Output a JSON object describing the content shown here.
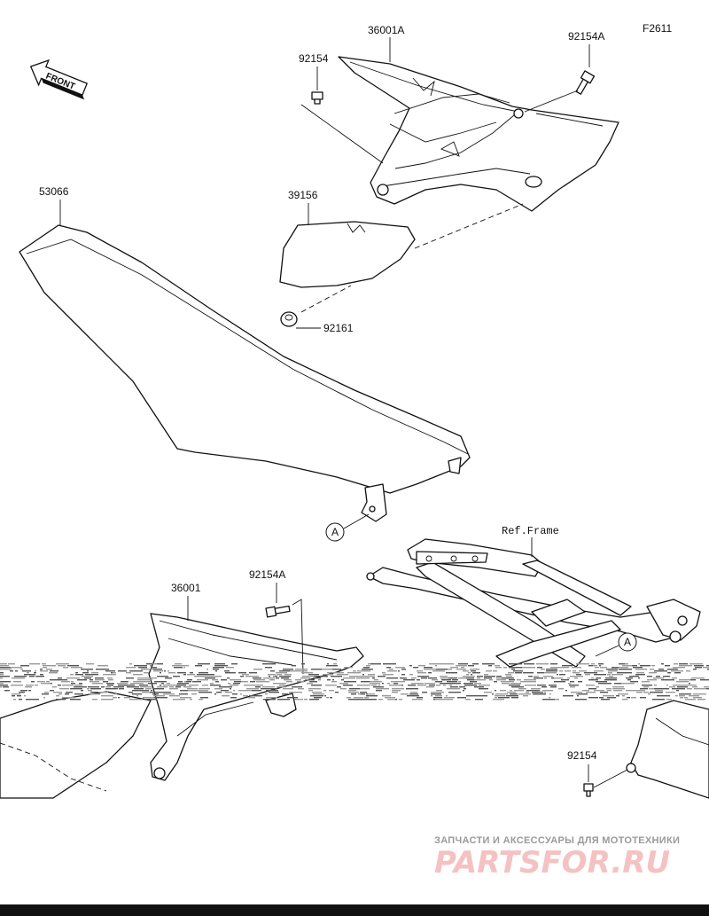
{
  "figure_code": "F2611",
  "front_label": "FRONT",
  "parts": [
    {
      "id": "part-36001A",
      "number": "36001A"
    },
    {
      "id": "part-92154A-top",
      "number": "92154A"
    },
    {
      "id": "part-92154-top",
      "number": "92154"
    },
    {
      "id": "part-53066",
      "number": "53066"
    },
    {
      "id": "part-39156",
      "number": "39156"
    },
    {
      "id": "part-92161",
      "number": "92161"
    },
    {
      "id": "part-36001",
      "number": "36001"
    },
    {
      "id": "part-92154A-bottom",
      "number": "92154A"
    },
    {
      "id": "part-92154-bottom",
      "number": "92154"
    }
  ],
  "ref_frame": "Ref.Frame",
  "callouts": [
    "A",
    "A"
  ],
  "watermark": {
    "line1": "ЗАПЧАСТИ И АКСЕССУАРЫ ДЛЯ МОТОТЕХНИКИ",
    "line2": "PARTSFOR.RU"
  }
}
